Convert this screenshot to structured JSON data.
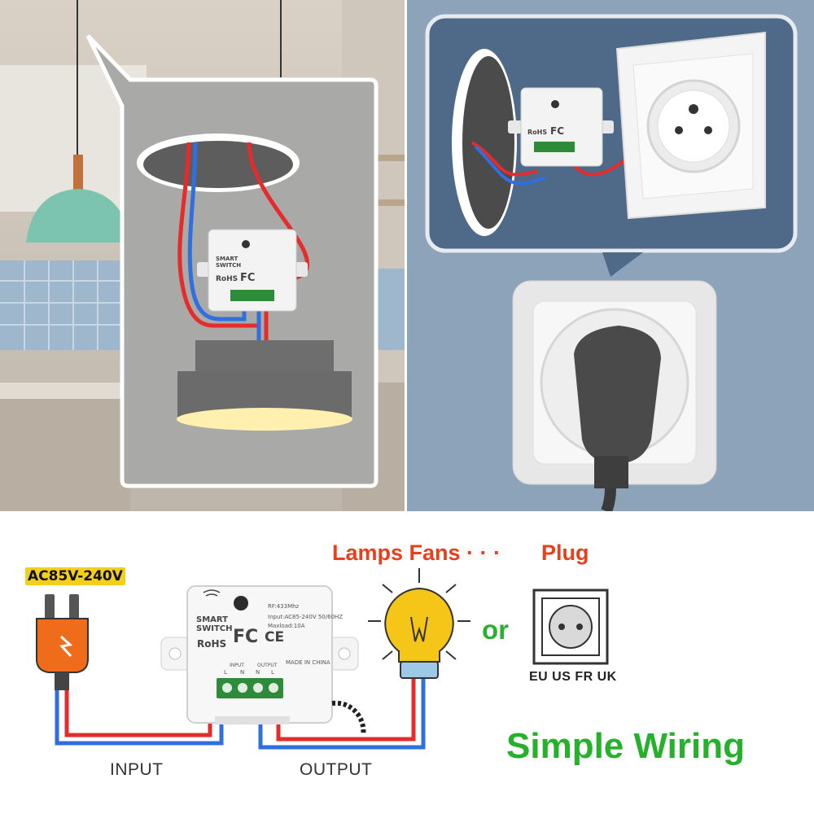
{
  "labels": {
    "voltage": "AC85V-240V",
    "loads": "Lamps  Fans  · · ·",
    "plug": "Plug",
    "or": "or",
    "regions": "EU  US  FR  UK",
    "title": "Simple Wiring",
    "input": "INPUT",
    "output": "OUTPUT"
  },
  "module": {
    "brand_line1": "SMART",
    "brand_line2": "SWITCH",
    "rohs": "RoHS",
    "fc": "FC",
    "ce": "CE",
    "rf": "RF:433Mhz",
    "input_spec": "Input:AC85-240V 50/60HZ",
    "maxload": "Maxload:10A",
    "made_in": "MADE IN CHINA",
    "terminal_input": "INPUT",
    "terminal_output": "OUTPUT",
    "terminals": [
      "L",
      "N",
      "N",
      "L"
    ]
  },
  "colors": {
    "live_wire": "#e52b2b",
    "neutral_wire": "#2f6fe0",
    "accent_orange": "#e8401c",
    "accent_green": "#27b02b",
    "bulb_yellow": "#f5c518",
    "terminal_green": "#2e8b3a"
  }
}
